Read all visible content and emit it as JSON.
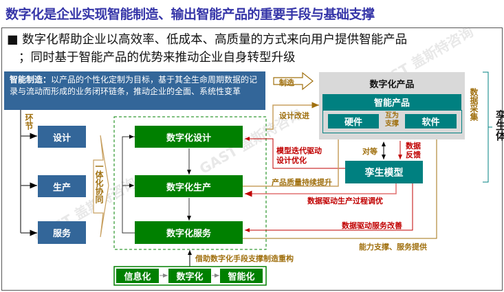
{
  "title": "数字化是企业实现智能制造、输出智能产品的重要手段与基础支撑",
  "bullet": {
    "line1": "数字化帮助企业以高效率、低成本、高质量的方式来向用户提供智能产品",
    "line2": "；同时基于智能产品的优势来推动企业自身转型升级"
  },
  "definition": {
    "label": "智能制造：",
    "text": "以产品的个性化定制为目标，基于其全生命周期数据的记录与流动而形成的业务闭环链条，推动企业的全面、系统性变革"
  },
  "stages_label": "环节",
  "stages": [
    "设计",
    "生产",
    "服务"
  ],
  "collab_label": "一体化协同",
  "digital_stages": [
    "数字化设计",
    "数字化生产",
    "数字化服务"
  ],
  "evolution": [
    "信息化",
    "数字化",
    "智能化"
  ],
  "evolution_label": "借助数字化手段支撑制造重构",
  "make_label": "制造",
  "design_improve_label": "设计改进",
  "product": {
    "title": "数字化产品",
    "smart": "智能产品",
    "hardware": "硬件",
    "software": "软件",
    "mutual": "互为支撑"
  },
  "data_collect": "数据采集",
  "twin_body": "孪生体",
  "twin_model": "孪生模型",
  "peer_label": "对等",
  "feedback_label": "数据反馈",
  "flows": {
    "model_iter": "模型迭代驱动设计优化",
    "quality": "产品质量持续提升",
    "prod_opt": "数据驱动生产过程调优",
    "service_improve": "数据驱动服务改善",
    "capability": "能力支撑、服务提供"
  },
  "watermark": "GAST 盖斯特咨询",
  "colors": {
    "title": "#3535A8",
    "blue": "#336699",
    "green": "#008000",
    "teal": "#008080",
    "gold": "#A0700F",
    "red": "#C00000"
  }
}
